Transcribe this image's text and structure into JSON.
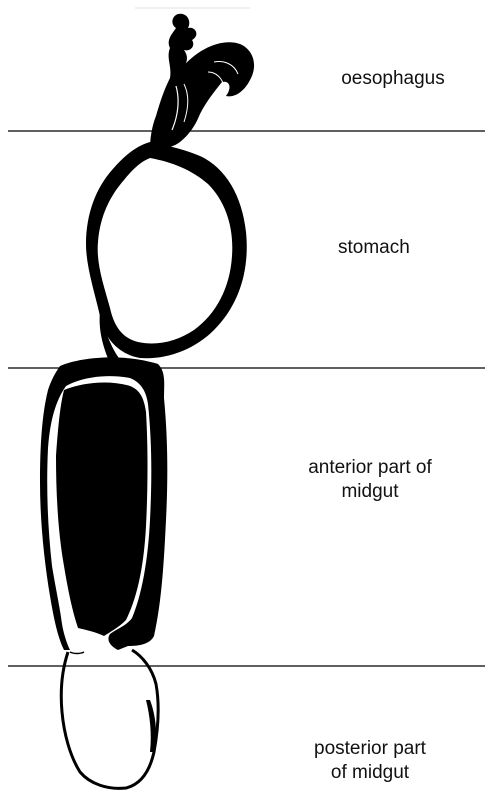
{
  "colors": {
    "ink": "#000000",
    "background": "#ffffff",
    "text": "#111111"
  },
  "labels": {
    "oesophagus": "oesophagus",
    "stomach": "stomach",
    "anterior_line1": "anterior part of",
    "anterior_line2": "midgut",
    "posterior_line1": "posterior part",
    "posterior_line2": "of midgut"
  }
}
